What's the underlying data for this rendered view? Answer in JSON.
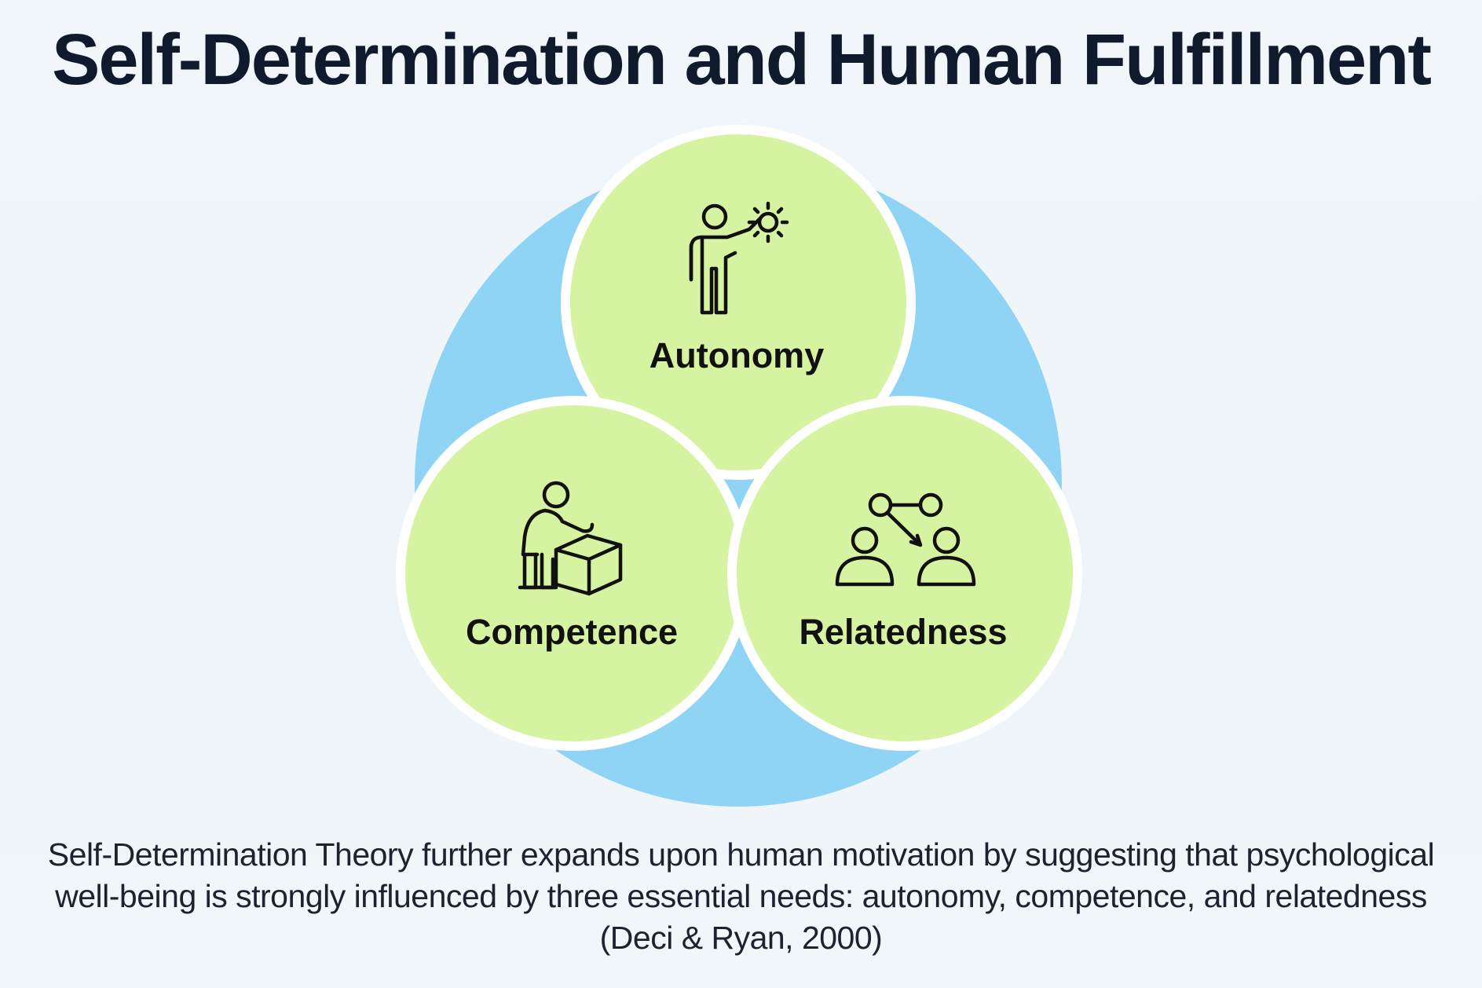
{
  "title": "Self-Determination and Human Fulfillment",
  "circles": [
    {
      "label": "Autonomy",
      "icon": "person-with-sun-icon"
    },
    {
      "label": "Competence",
      "icon": "person-lifting-box-icon"
    },
    {
      "label": "Relatedness",
      "icon": "connected-people-icon"
    }
  ],
  "caption": {
    "line1": "Self-Determination Theory further expands upon human motivation by suggesting that psychological",
    "line2": "well-being is strongly influenced by three essential needs: autonomy, competence, and relatedness",
    "line3": "(Deci & Ryan, 2000)"
  },
  "colors": {
    "background": "#eef4f8",
    "outer_ring": "#8fd3f5",
    "circle_fill": "#d6f3a1",
    "circle_border": "#ffffff",
    "title_text": "#0f1b2d"
  }
}
